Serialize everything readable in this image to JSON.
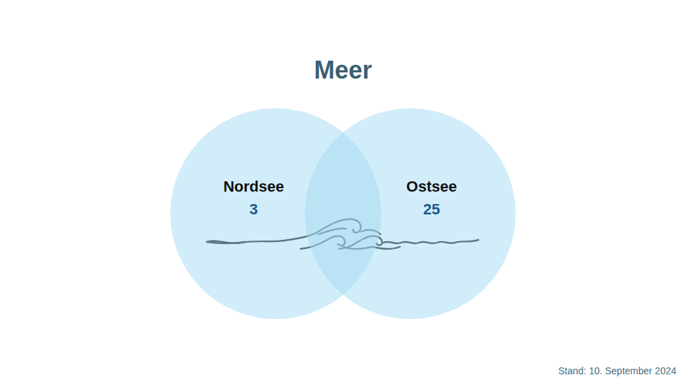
{
  "diagram": {
    "title": "Meer",
    "nodes": [
      {
        "text": [
          "Nordsee",
          "3"
        ]
      },
      {
        "text": [
          "Ostsee",
          "25"
        ]
      }
    ],
    "labels": [
      "Stand: 10. September 2024"
    ]
  }
}
